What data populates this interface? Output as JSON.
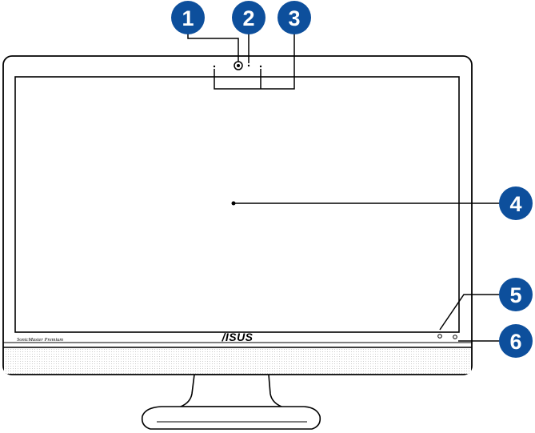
{
  "product": {
    "logo": "/ISUS",
    "brand_mark": "SonicMaster Premium"
  },
  "colors": {
    "callout": "#0d4f9c",
    "outline": "#000000",
    "background": "#ffffff"
  },
  "callouts": [
    {
      "number": "1",
      "target": "webcam"
    },
    {
      "number": "2",
      "target": "webcam-led"
    },
    {
      "number": "3",
      "target": "microphones"
    },
    {
      "number": "4",
      "target": "display-panel"
    },
    {
      "number": "5",
      "target": "ambient-light-sensor"
    },
    {
      "number": "6",
      "target": "power-indicator"
    }
  ]
}
